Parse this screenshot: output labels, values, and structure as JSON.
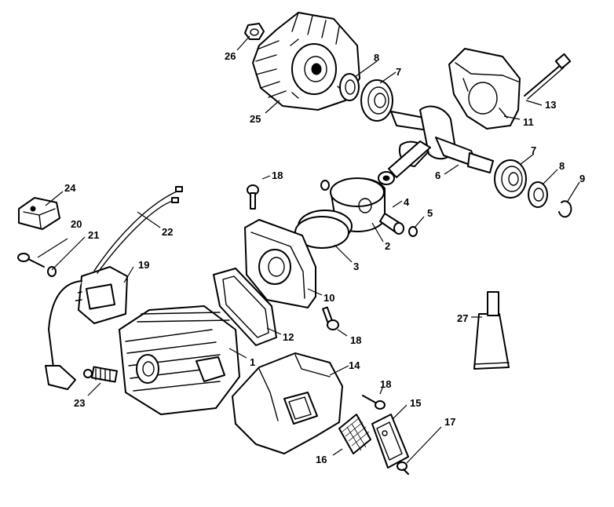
{
  "diagram": {
    "callouts": [
      {
        "id": "p1",
        "label": "1"
      },
      {
        "id": "p2",
        "label": "2"
      },
      {
        "id": "p3",
        "label": "3"
      },
      {
        "id": "p4",
        "label": "4"
      },
      {
        "id": "p5",
        "label": "5"
      },
      {
        "id": "p6",
        "label": "6"
      },
      {
        "id": "p7a",
        "label": "7"
      },
      {
        "id": "p7b",
        "label": "7"
      },
      {
        "id": "p8a",
        "label": "8"
      },
      {
        "id": "p8b",
        "label": "8"
      },
      {
        "id": "p9",
        "label": "9"
      },
      {
        "id": "p10",
        "label": "10"
      },
      {
        "id": "p11",
        "label": "11"
      },
      {
        "id": "p12",
        "label": "12"
      },
      {
        "id": "p13",
        "label": "13"
      },
      {
        "id": "p14",
        "label": "14"
      },
      {
        "id": "p15",
        "label": "15"
      },
      {
        "id": "p16",
        "label": "16"
      },
      {
        "id": "p17",
        "label": "17"
      },
      {
        "id": "p18a",
        "label": "18"
      },
      {
        "id": "p18b",
        "label": "18"
      },
      {
        "id": "p18c",
        "label": "18"
      },
      {
        "id": "p19",
        "label": "19"
      },
      {
        "id": "p20",
        "label": "20"
      },
      {
        "id": "p21",
        "label": "21"
      },
      {
        "id": "p22",
        "label": "22"
      },
      {
        "id": "p23",
        "label": "23"
      },
      {
        "id": "p24",
        "label": "24"
      },
      {
        "id": "p25",
        "label": "25"
      },
      {
        "id": "p26",
        "label": "26"
      },
      {
        "id": "p27",
        "label": "27"
      }
    ]
  }
}
